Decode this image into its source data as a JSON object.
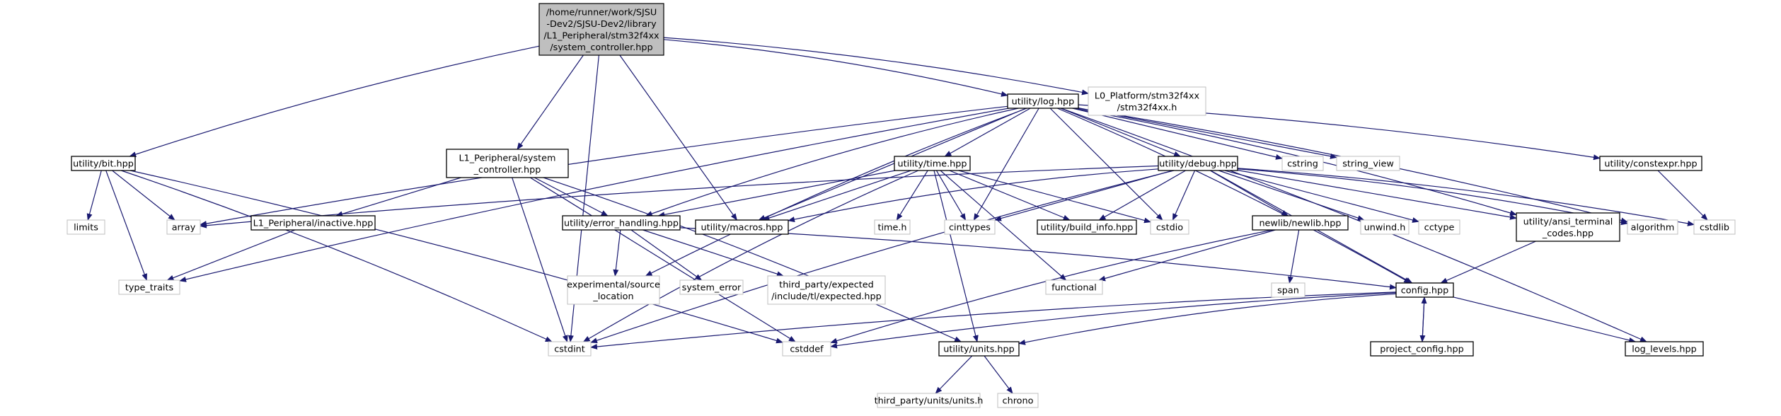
{
  "graph": {
    "root_label": [
      "/home/runner/work/SJSU",
      "-Dev2/SJSU-Dev2/library",
      "/L1_Peripheral/stm32f4xx",
      "/system_controller.hpp"
    ],
    "nodes": {
      "root": {
        "label": [
          "/home/runner/work/SJSU",
          "-Dev2/SJSU-Dev2/library",
          "/L1_Peripheral/stm32f4xx",
          "/system_controller.hpp"
        ],
        "kind": "root"
      },
      "log": {
        "label": [
          "utility/log.hpp"
        ],
        "kind": "doc"
      },
      "l0": {
        "label": [
          "L0_Platform/stm32f4xx",
          "/stm32f4xx.h"
        ],
        "kind": "ext"
      },
      "bit": {
        "label": [
          "utility/bit.hpp"
        ],
        "kind": "doc"
      },
      "l1sys": {
        "label": [
          "L1_Peripheral/system",
          "_controller.hpp"
        ],
        "kind": "doc"
      },
      "time": {
        "label": [
          "utility/time.hpp"
        ],
        "kind": "doc"
      },
      "debug": {
        "label": [
          "utility/debug.hpp"
        ],
        "kind": "doc"
      },
      "cstring": {
        "label": [
          "cstring"
        ],
        "kind": "ext"
      },
      "string_view": {
        "label": [
          "string_view"
        ],
        "kind": "ext"
      },
      "constexpr": {
        "label": [
          "utility/constexpr.hpp"
        ],
        "kind": "doc"
      },
      "limits": {
        "label": [
          "limits"
        ],
        "kind": "ext"
      },
      "array": {
        "label": [
          "array"
        ],
        "kind": "ext"
      },
      "inactive": {
        "label": [
          "L1_Peripheral/inactive.hpp"
        ],
        "kind": "doc"
      },
      "errh": {
        "label": [
          "utility/error_handling.hpp"
        ],
        "kind": "doc"
      },
      "macros": {
        "label": [
          "utility/macros.hpp"
        ],
        "kind": "doc"
      },
      "timeh": {
        "label": [
          "time.h"
        ],
        "kind": "ext"
      },
      "cinttypes": {
        "label": [
          "cinttypes"
        ],
        "kind": "ext"
      },
      "buildinfo": {
        "label": [
          "utility/build_info.hpp"
        ],
        "kind": "doc"
      },
      "cstdio": {
        "label": [
          "cstdio"
        ],
        "kind": "ext"
      },
      "newlib": {
        "label": [
          "newlib/newlib.hpp"
        ],
        "kind": "doc"
      },
      "unwind": {
        "label": [
          "unwind.h"
        ],
        "kind": "ext"
      },
      "cctype": {
        "label": [
          "cctype"
        ],
        "kind": "ext"
      },
      "ansi": {
        "label": [
          "utility/ansi_terminal",
          "_codes.hpp"
        ],
        "kind": "doc"
      },
      "algorithm": {
        "label": [
          "algorithm"
        ],
        "kind": "ext"
      },
      "cstdlib": {
        "label": [
          "cstdlib"
        ],
        "kind": "ext"
      },
      "type_traits": {
        "label": [
          "type_traits"
        ],
        "kind": "ext"
      },
      "expsrc": {
        "label": [
          "experimental/source",
          "_location"
        ],
        "kind": "ext"
      },
      "syserr": {
        "label": [
          "system_error"
        ],
        "kind": "ext"
      },
      "expected": {
        "label": [
          "third_party/expected",
          "/include/tl/expected.hpp"
        ],
        "kind": "ext"
      },
      "functional": {
        "label": [
          "functional"
        ],
        "kind": "ext"
      },
      "span": {
        "label": [
          "span"
        ],
        "kind": "ext"
      },
      "config": {
        "label": [
          "config.hpp"
        ],
        "kind": "doc"
      },
      "cstdint": {
        "label": [
          "cstdint"
        ],
        "kind": "ext"
      },
      "cstddef": {
        "label": [
          "cstddef"
        ],
        "kind": "ext"
      },
      "units": {
        "label": [
          "utility/units.hpp"
        ],
        "kind": "doc"
      },
      "projcfg": {
        "label": [
          "project_config.hpp"
        ],
        "kind": "doc"
      },
      "loglevels": {
        "label": [
          "log_levels.hpp"
        ],
        "kind": "doc"
      },
      "unitsh": {
        "label": [
          "third_party/units/units.h"
        ],
        "kind": "ext"
      },
      "chrono": {
        "label": [
          "chrono"
        ],
        "kind": "ext"
      }
    },
    "edges": [
      [
        "root",
        "log"
      ],
      [
        "root",
        "l0"
      ],
      [
        "root",
        "bit"
      ],
      [
        "root",
        "l1sys"
      ],
      [
        "root",
        "macros"
      ],
      [
        "root",
        "cstdint"
      ],
      [
        "log",
        "time"
      ],
      [
        "log",
        "debug"
      ],
      [
        "log",
        "cstring"
      ],
      [
        "log",
        "string_view"
      ],
      [
        "log",
        "constexpr"
      ],
      [
        "log",
        "array"
      ],
      [
        "log",
        "type_traits"
      ],
      [
        "log",
        "expsrc"
      ],
      [
        "log",
        "errh"
      ],
      [
        "log",
        "macros"
      ],
      [
        "log",
        "cinttypes"
      ],
      [
        "log",
        "cstdio"
      ],
      [
        "log",
        "ansi"
      ],
      [
        "log",
        "algorithm"
      ],
      [
        "log",
        "config"
      ],
      [
        "log",
        "loglevels"
      ],
      [
        "bit",
        "limits"
      ],
      [
        "bit",
        "array"
      ],
      [
        "bit",
        "type_traits"
      ],
      [
        "bit",
        "cstdint"
      ],
      [
        "bit",
        "cstddef"
      ],
      [
        "l1sys",
        "inactive"
      ],
      [
        "l1sys",
        "errh"
      ],
      [
        "l1sys",
        "cstdint"
      ],
      [
        "l1sys",
        "cstddef"
      ],
      [
        "l1sys",
        "units"
      ],
      [
        "inactive",
        "type_traits"
      ],
      [
        "time",
        "errh"
      ],
      [
        "time",
        "macros"
      ],
      [
        "time",
        "timeh"
      ],
      [
        "time",
        "cinttypes"
      ],
      [
        "time",
        "buildinfo"
      ],
      [
        "time",
        "cstdio"
      ],
      [
        "time",
        "functional"
      ],
      [
        "time",
        "units"
      ],
      [
        "time",
        "cstdint"
      ],
      [
        "debug",
        "array"
      ],
      [
        "debug",
        "macros"
      ],
      [
        "debug",
        "cinttypes"
      ],
      [
        "debug",
        "buildinfo"
      ],
      [
        "debug",
        "cstdio"
      ],
      [
        "debug",
        "newlib"
      ],
      [
        "debug",
        "unwind"
      ],
      [
        "debug",
        "cctype"
      ],
      [
        "debug",
        "ansi"
      ],
      [
        "debug",
        "algorithm"
      ],
      [
        "debug",
        "cstdlib"
      ],
      [
        "debug",
        "config"
      ],
      [
        "debug",
        "cstdint"
      ],
      [
        "constexpr",
        "cstdlib"
      ],
      [
        "errh",
        "expsrc"
      ],
      [
        "errh",
        "syserr"
      ],
      [
        "errh",
        "expected"
      ],
      [
        "errh",
        "config"
      ],
      [
        "newlib",
        "functional"
      ],
      [
        "newlib",
        "span"
      ],
      [
        "newlib",
        "cstddef"
      ],
      [
        "ansi",
        "config"
      ],
      [
        "config",
        "cstdint"
      ],
      [
        "config",
        "cstddef"
      ],
      [
        "config",
        "units"
      ],
      [
        "config",
        "projcfg"
      ],
      [
        "config",
        "loglevels"
      ],
      [
        "projcfg",
        "config"
      ],
      [
        "units",
        "unitsh"
      ],
      [
        "units",
        "chrono"
      ]
    ]
  }
}
